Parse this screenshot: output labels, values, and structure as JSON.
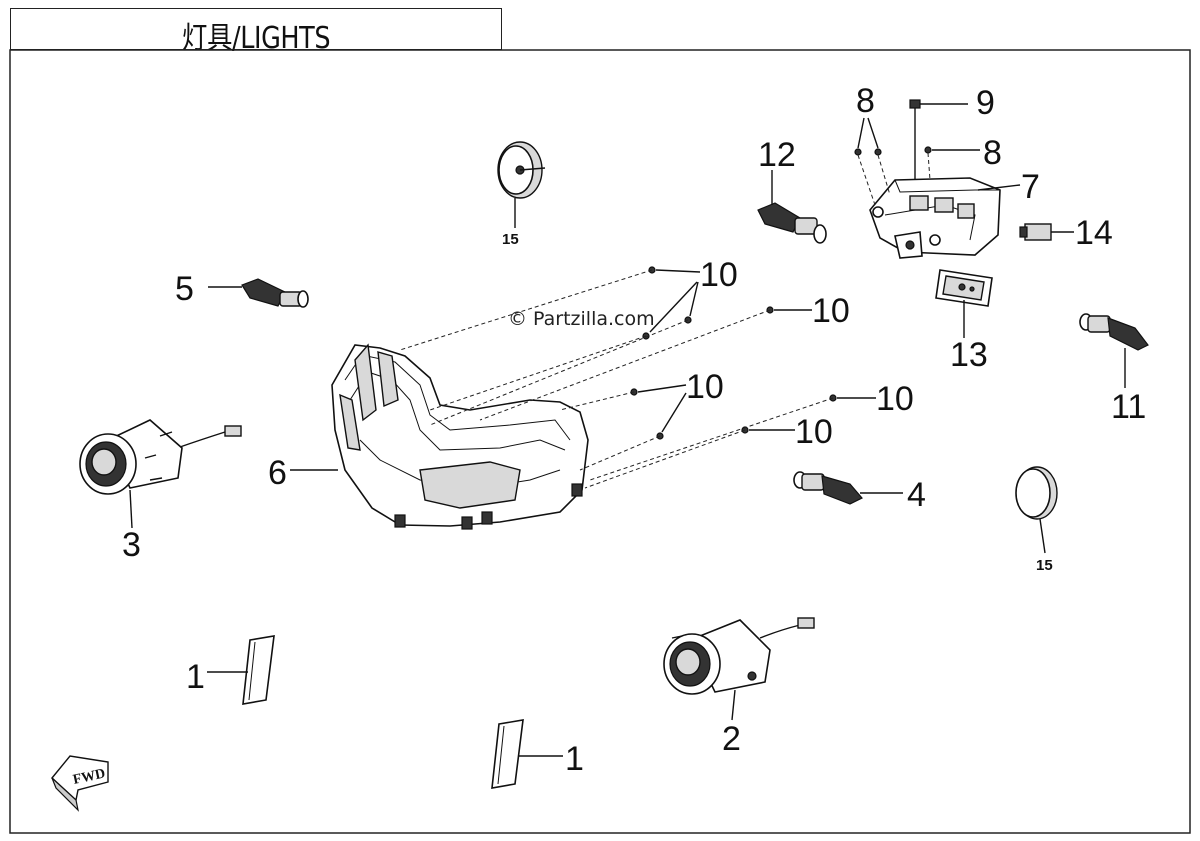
{
  "title": "灯具/LIGHTS",
  "watermark": "© Partzilla.com",
  "fwd_label": "FWD",
  "callouts": {
    "c1a": "1",
    "c1b": "1",
    "c2": "2",
    "c3": "3",
    "c4": "4",
    "c5": "5",
    "c6": "6",
    "c7": "7",
    "c8a": "8",
    "c8b": "8",
    "c9": "9",
    "c10a": "10",
    "c10b": "10",
    "c10c": "10",
    "c10d": "10",
    "c10e": "10",
    "c11": "11",
    "c12": "12",
    "c13": "13",
    "c14": "14",
    "c15a": "15",
    "c15b": "15"
  },
  "colors": {
    "line": "#111111",
    "paper": "#ffffff",
    "shade": "#d9d9d9"
  }
}
